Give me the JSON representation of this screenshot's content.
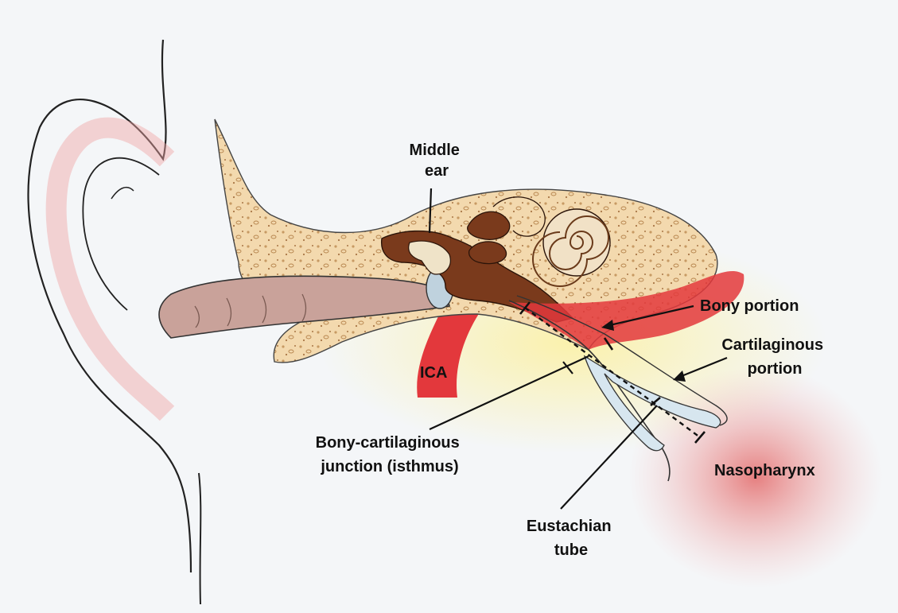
{
  "labels": {
    "middle_ear": [
      "Middle",
      "ear"
    ],
    "bony_portion": "Bony portion",
    "cartilaginous_portion": [
      "Cartilaginous",
      "portion"
    ],
    "ica": "ICA",
    "isthmus": [
      "Bony-cartilaginous",
      "junction (isthmus)"
    ],
    "nasopharynx": "Nasopharynx",
    "eustachian_tube": [
      "Eustachian",
      "tube"
    ]
  },
  "colors": {
    "background": "#f4f6f8",
    "bone": "#f3d9ae",
    "bone_pores": "#c79a63",
    "canal": "#c9a29a",
    "artery": "#e3383c",
    "cartilage": "#d7e6ef",
    "middle_ear_cavity": "#7a3a1c",
    "outline": "#222222"
  }
}
